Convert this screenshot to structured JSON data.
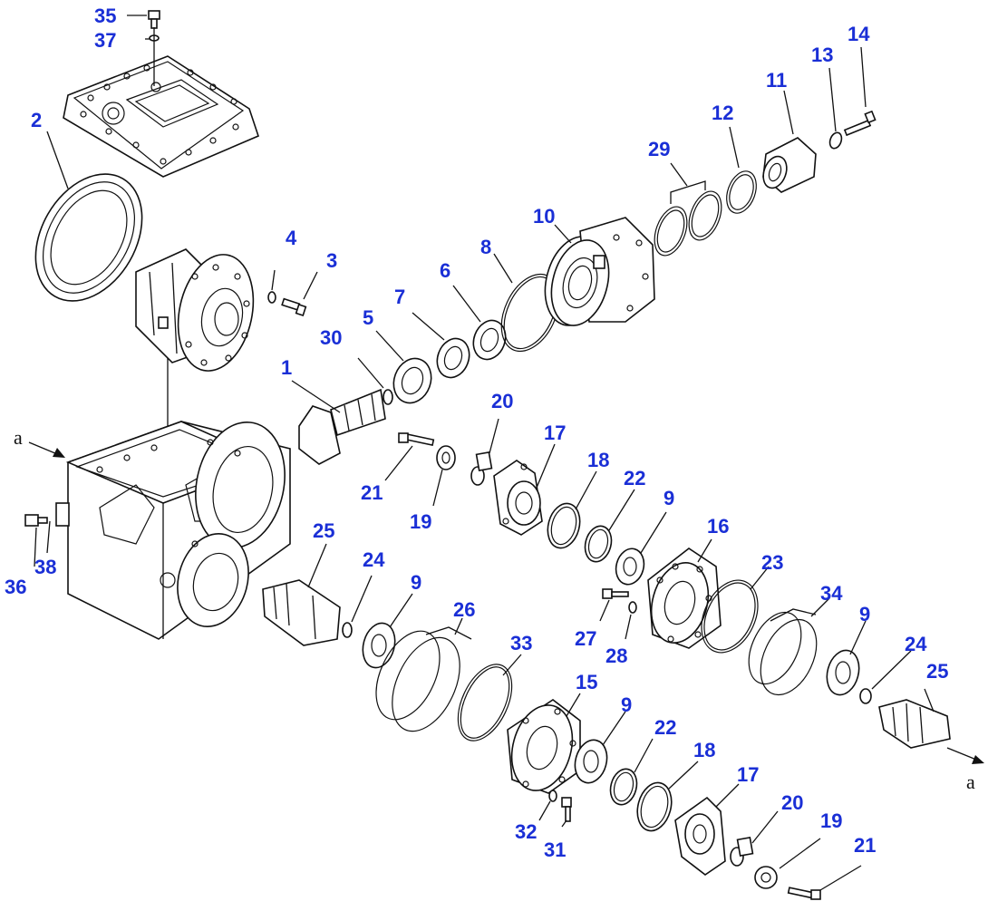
{
  "labels": {
    "p1": "1",
    "p2": "2",
    "p3": "3",
    "p4": "4",
    "p5": "5",
    "p6": "6",
    "p7": "7",
    "p8": "8",
    "p9a": "9",
    "p9b": "9",
    "p9c": "9",
    "p9d": "9",
    "p10": "10",
    "p11": "11",
    "p12": "12",
    "p13": "13",
    "p14": "14",
    "p15": "15",
    "p16": "16",
    "p17a": "17",
    "p17b": "17",
    "p18a": "18",
    "p18b": "18",
    "p19a": "19",
    "p19b": "19",
    "p20a": "20",
    "p20b": "20",
    "p21a": "21",
    "p21b": "21",
    "p22a": "22",
    "p22b": "22",
    "p23": "23",
    "p24a": "24",
    "p24b": "24",
    "p25a": "25",
    "p25b": "25",
    "p26": "26",
    "p27": "27",
    "p28": "28",
    "p29": "29",
    "p30": "30",
    "p31": "31",
    "p32": "32",
    "p33": "33",
    "p34": "34",
    "p35": "35",
    "p36": "36",
    "p37": "37",
    "p38": "38"
  },
  "refs": {
    "a_left": "a",
    "a_right": "a"
  },
  "colors": {
    "label": "#1a2fd6",
    "line": "#111111"
  }
}
